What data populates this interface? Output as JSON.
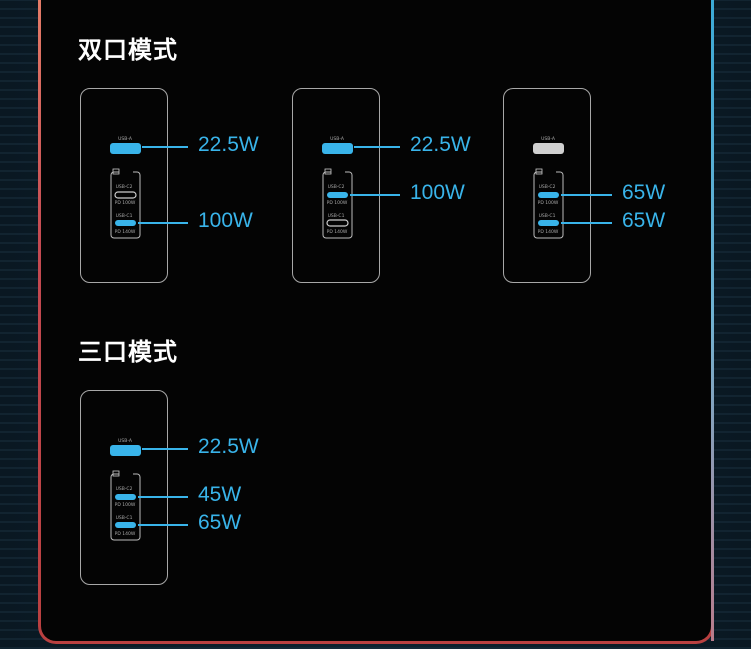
{
  "sections": {
    "dual": {
      "title": "双口模式"
    },
    "triple": {
      "title": "三口模式"
    }
  },
  "charger_text": {
    "usb_a": "USB-A",
    "usb_c2": "USB-C2",
    "usb_c1": "USB-C1",
    "pd_100w": "PD 100W",
    "pd_140w": "PD 140W"
  },
  "dual_configs": [
    {
      "usb_a": "22.5W",
      "usb_c": "100W",
      "active": "a+c1"
    },
    {
      "usb_a": "22.5W",
      "usb_c": "100W",
      "active": "a+c2"
    },
    {
      "c2": "65W",
      "c1": "65W",
      "active": "c2+c1"
    }
  ],
  "triple_config": {
    "usb_a": "22.5W",
    "c2": "45W",
    "c1": "65W"
  },
  "colors": {
    "accent": "#39b4ea",
    "inactive_port": "#d0d0d0",
    "panel_bg": "#040404"
  }
}
